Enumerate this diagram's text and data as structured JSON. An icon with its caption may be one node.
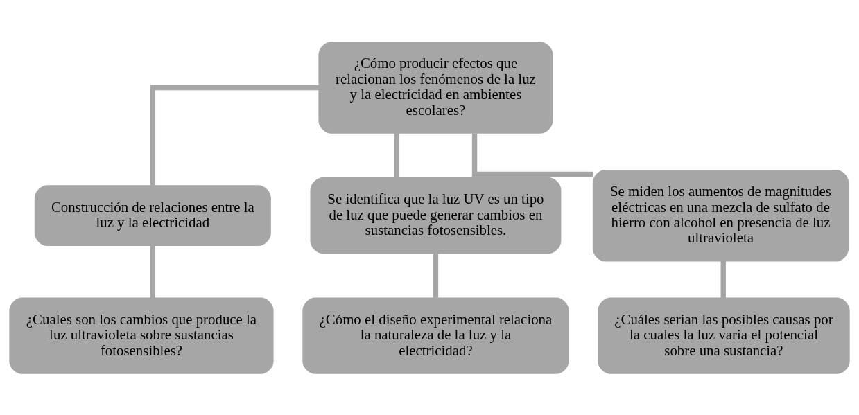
{
  "diagram": {
    "nodes": [
      {
        "text": [
          "¿Cómo producir efectos que relacionan los fenómenos de la luz y la electricidad en ambientes escolares?"
        ]
      },
      {
        "text": [
          "Construcción de relaciones entre la luz y la electricidad"
        ]
      },
      {
        "text": [
          "Se identifica que la luz UV es un tipo de luz que puede generar cambios en sustancias fotosensibles."
        ]
      },
      {
        "text": [
          "Se miden los aumentos de magnitudes eléctricas en una mezcla de sulfato de hierro con alcohol en presencia de luz ultravioleta"
        ]
      },
      {
        "text": [
          "¿Cuales son los cambios que produce la luz ultravioleta sobre sustancias fotosensibles?"
        ]
      },
      {
        "text": [
          "¿Cómo el diseño experimental relaciona la naturaleza de la luz y la electricidad?"
        ]
      },
      {
        "text": [
          "¿Cuáles serian las posibles causas por la cuales la luz varia el potencial sobre una sustancia?"
        ]
      }
    ],
    "edges": [
      {
        "from": 0,
        "to": 1,
        "arrow": "none"
      },
      {
        "from": 0,
        "to": 2,
        "arrow": "none"
      },
      {
        "from": 0,
        "to": 3,
        "arrow": "none"
      },
      {
        "from": 1,
        "to": 4,
        "arrow": "none"
      },
      {
        "from": 2,
        "to": 5,
        "arrow": "none"
      },
      {
        "from": 3,
        "to": 6,
        "arrow": "none"
      }
    ]
  }
}
